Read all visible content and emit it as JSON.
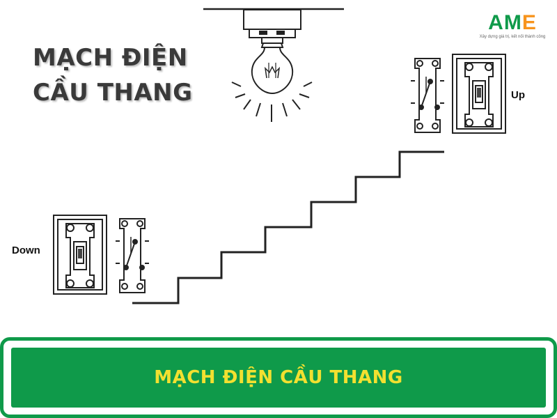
{
  "heading": {
    "line1": "MẠCH ĐIỆN",
    "line2": "CẦU THANG"
  },
  "logo": {
    "mark": "AME",
    "tagline": "Xây dựng giá trị, kết nối thành công",
    "colors": {
      "primary": "#0f9a4a",
      "accent": "#f7941d"
    }
  },
  "labels": {
    "up": "Up",
    "down": "Down"
  },
  "banner": {
    "text": "MẠCH ĐIỆN CẦU THANG",
    "background": "#0f9a4a",
    "text_color": "#f2e030"
  },
  "icons": [
    "light-bulb-icon",
    "wall-switch-plate-icon",
    "three-way-switch-icon",
    "staircase-icon"
  ]
}
